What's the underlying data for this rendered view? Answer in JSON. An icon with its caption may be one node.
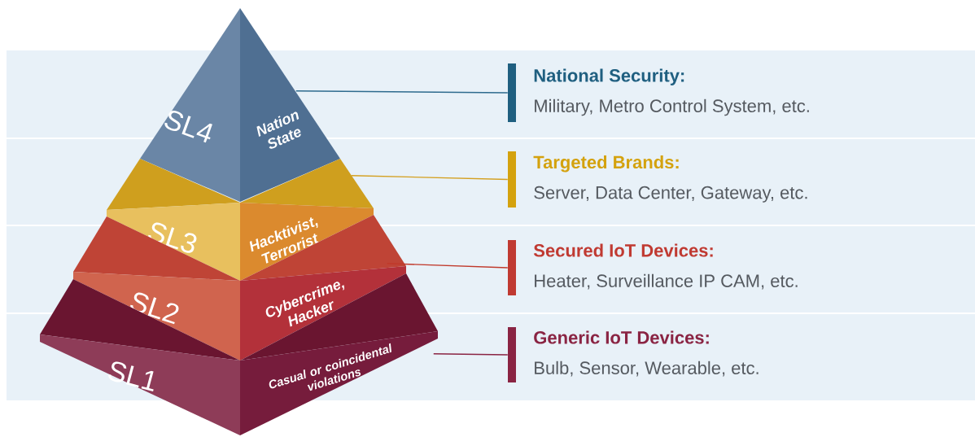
{
  "diagram": {
    "nodes": [
      {
        "text": [
          "SL4",
          "Nation State"
        ]
      },
      {
        "text": [
          "SL3",
          "Hacktivist, Terrorist"
        ]
      },
      {
        "text": [
          "SL2",
          "Cybercrime, Hacker"
        ]
      },
      {
        "text": [
          "SL1",
          "Casual or coincidental violations"
        ]
      },
      {
        "text": [
          "National Security:",
          "Military, Metro Control System, etc."
        ]
      },
      {
        "text": [
          "Targeted Brands:",
          "Server, Data Center, Gateway, etc."
        ]
      },
      {
        "text": [
          "Secured IoT Devices:",
          "Heater, Surveillance IP CAM, etc."
        ]
      },
      {
        "text": [
          "Generic IoT Devices:",
          "Bulb, Sensor, Wearable, etc."
        ]
      }
    ],
    "edges": [
      {
        "from": 0,
        "to": 4,
        "arrow": "none",
        "color": "#2e6b8e"
      },
      {
        "from": 1,
        "to": 5,
        "arrow": "none",
        "color": "#d4a020"
      },
      {
        "from": 2,
        "to": 6,
        "arrow": "none",
        "color": "#c0392b"
      },
      {
        "from": 3,
        "to": 7,
        "arrow": "none",
        "color": "#8a2443"
      }
    ]
  }
}
